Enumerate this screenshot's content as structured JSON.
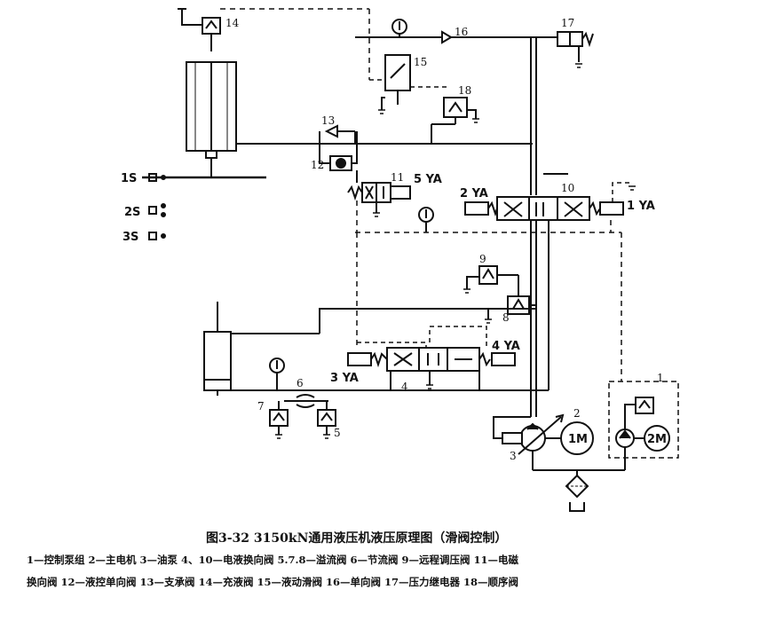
{
  "figure": {
    "title": "图3-32  3150kN通用液压机液压原理图（滑阀控制）",
    "legend_line1": "1—控制泵组  2—主电机  3—油泵  4、10—电液换向阀  5.7.8—溢流阀  6—节流阀  9—远程调压阀  11—电磁",
    "legend_line2": "换向阀  12—液控单向阀  13—支承阀  14—充液阀  15—液动滑阀  16—单向阀  17—压力继电器  18—顺序阀"
  },
  "labels": {
    "n1": "1",
    "n2": "2",
    "n3": "3",
    "n4": "4",
    "n5": "5",
    "n6": "6",
    "n7": "7",
    "n8": "8",
    "n9": "9",
    "n10": "10",
    "n11": "11",
    "n12": "12",
    "n13": "13",
    "n14": "14",
    "n15": "15",
    "n16": "16",
    "n17": "17",
    "n18": "18",
    "ya1": "1 YA",
    "ya2": "2 YA",
    "ya3": "3 YA",
    "ya4": "4 YA",
    "ya5": "5 YA",
    "s1": "1S",
    "s2": "2S",
    "s3": "3S",
    "m1": "1M",
    "m2": "2M"
  }
}
